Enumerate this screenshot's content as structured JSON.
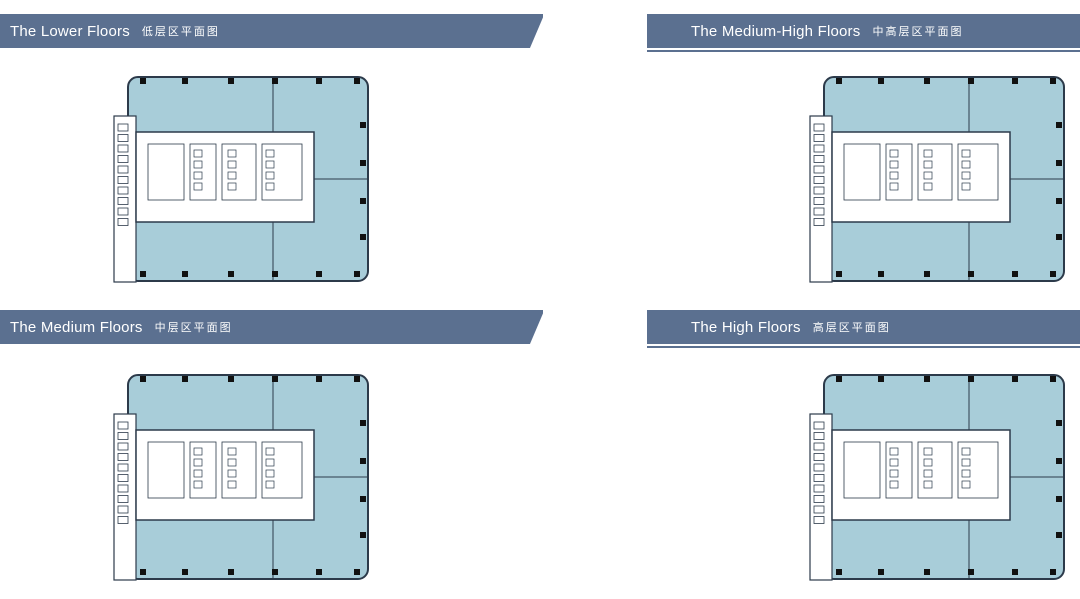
{
  "panels": [
    {
      "id": "lower",
      "title_en": "The Lower Floors",
      "title_zh": "低层区平面图"
    },
    {
      "id": "medium-high",
      "title_en": "The Medium-High Floors",
      "title_zh": "中高层区平面图"
    },
    {
      "id": "medium",
      "title_en": "The Medium Floors",
      "title_zh": "中层区平面图"
    },
    {
      "id": "high",
      "title_en": "The High Floors",
      "title_zh": "高层区平面图"
    }
  ],
  "colors": {
    "header_bg": "#5b7090",
    "header_text": "#ffffff",
    "office_area": "#a8cdd9",
    "core_area": "#ffffff",
    "wall": "#2c3a4a",
    "column": "#111111"
  }
}
